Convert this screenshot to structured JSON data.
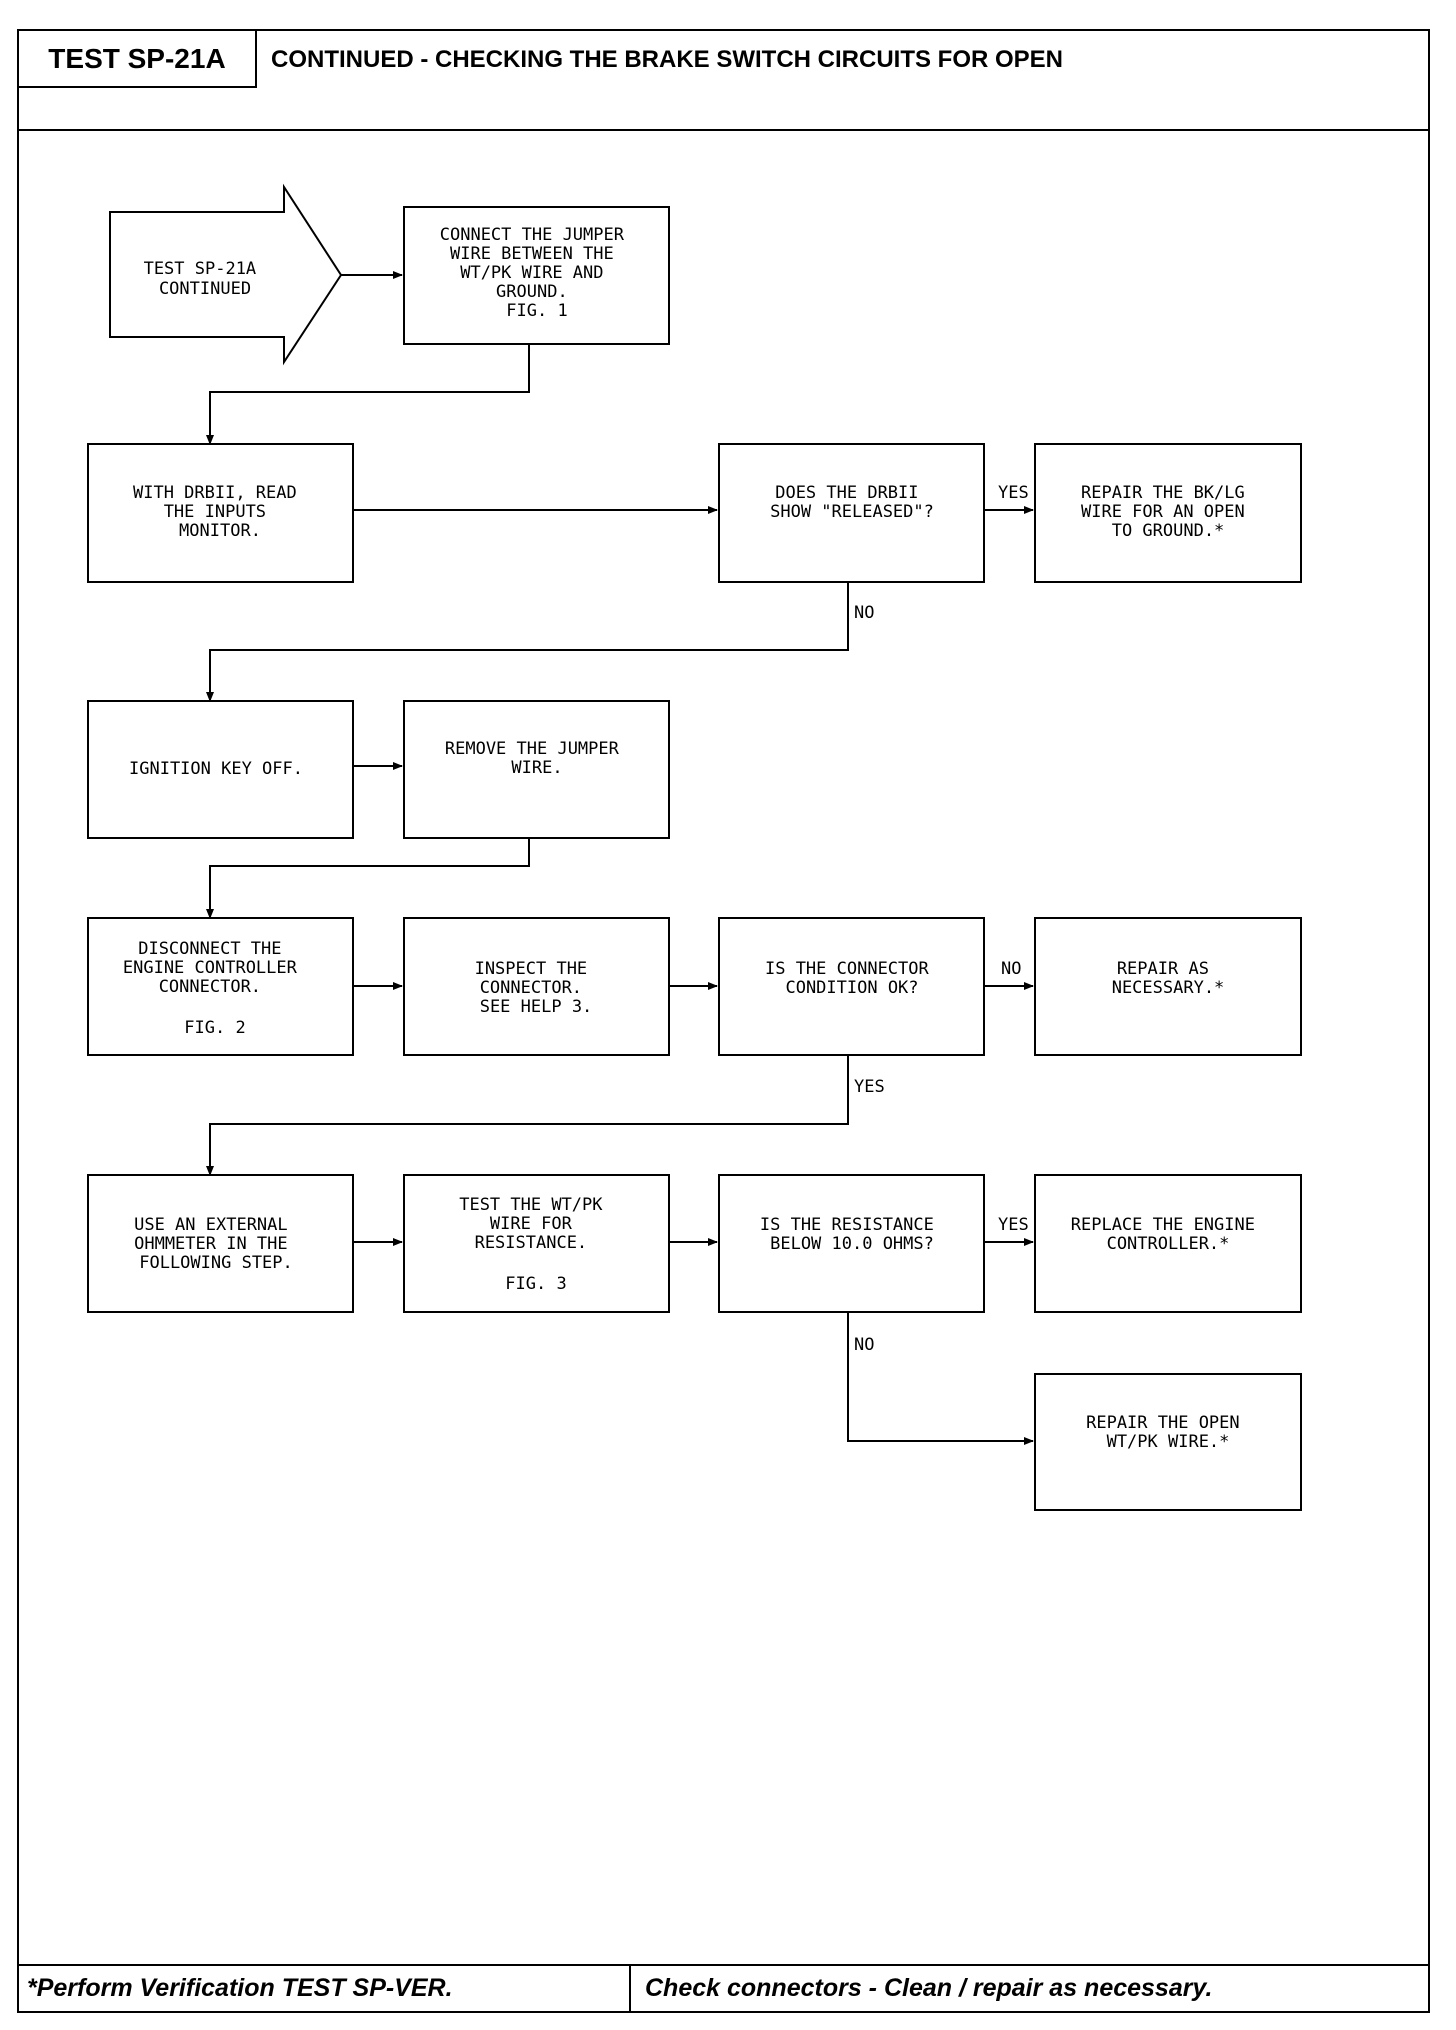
{
  "header": {
    "test_id": "TEST SP-21A",
    "title": "CONTINUED - CHECKING THE BRAKE SWITCH CIRCUITS FOR OPEN"
  },
  "footer": {
    "left": "*Perform Verification TEST SP-VER.",
    "right": "Check connectors - Clean / repair as necessary."
  },
  "flowchart": {
    "start": [
      "TEST SP-21A",
      "CONTINUED"
    ],
    "connect_jumper": [
      "CONNECT THE JUMPER",
      "WIRE BETWEEN THE",
      "WT/PK WIRE AND",
      "GROUND.",
      "FIG. 1"
    ],
    "read_inputs": [
      "WITH DRBII, READ",
      "THE INPUTS",
      "MONITOR."
    ],
    "released_q": [
      "DOES THE DRBII",
      "SHOW \"RELEASED\"?"
    ],
    "repair_bklg": [
      "REPAIR THE BK/LG",
      "WIRE FOR AN OPEN",
      "TO GROUND.*"
    ],
    "ignition_off": [
      "IGNITION KEY OFF."
    ],
    "remove_jumper": [
      "REMOVE THE JUMPER",
      "WIRE."
    ],
    "disconnect": [
      "DISCONNECT THE",
      "ENGINE CONTROLLER",
      "CONNECTOR.",
      "",
      "FIG. 2"
    ],
    "inspect": [
      "INSPECT THE",
      "CONNECTOR.",
      "SEE HELP 3."
    ],
    "condition_q": [
      "IS THE CONNECTOR",
      "CONDITION OK?"
    ],
    "repair_necessary": [
      "REPAIR AS",
      "NECESSARY.*"
    ],
    "external_ohm": [
      "USE AN EXTERNAL",
      "OHMMETER IN THE",
      "FOLLOWING STEP."
    ],
    "test_resistance": [
      "TEST THE WT/PK",
      "WIRE FOR",
      "RESISTANCE.",
      "",
      "FIG. 3"
    ],
    "resistance_q": [
      "IS THE RESISTANCE",
      "BELOW 10.0 OHMS?"
    ],
    "replace_controller": [
      "REPLACE THE ENGINE",
      "CONTROLLER.*"
    ],
    "repair_open": [
      "REPAIR THE OPEN",
      "WT/PK WIRE.*"
    ],
    "labels": {
      "yes_1": "YES",
      "no_1": "NO",
      "no_2": "NO",
      "yes_2": "YES",
      "yes_3": "YES",
      "no_3": "NO"
    }
  }
}
